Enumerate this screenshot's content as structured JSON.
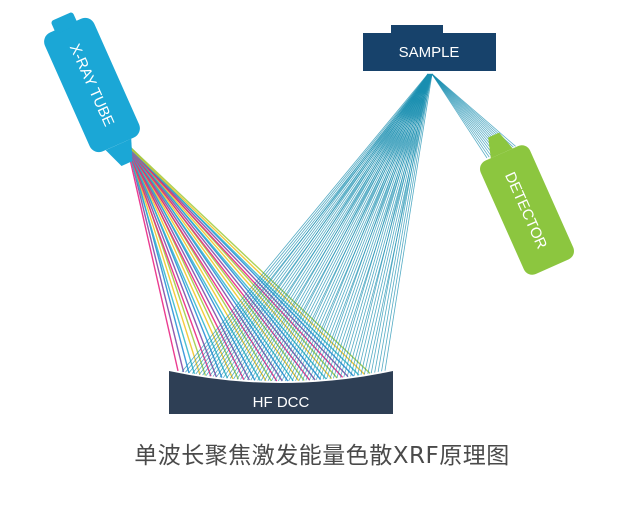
{
  "labels": {
    "xray_tube": "X-RAY TUBE",
    "sample": "SAMPLE",
    "detector": "DETECTOR",
    "hf_dcc": "HF DCC"
  },
  "caption": "单波长聚焦激发能量色散XRF原理图",
  "colors": {
    "tube": "#1ba7d6",
    "sample": "#17426b",
    "detector": "#8cc63f",
    "optic": "#2e3f55",
    "rays_out": "#1a8fb0",
    "rainbow": [
      "#e8197d",
      "#7b3fa0",
      "#1e88d6",
      "#2bb5c9",
      "#f2c21b",
      "#9cc93b"
    ]
  }
}
